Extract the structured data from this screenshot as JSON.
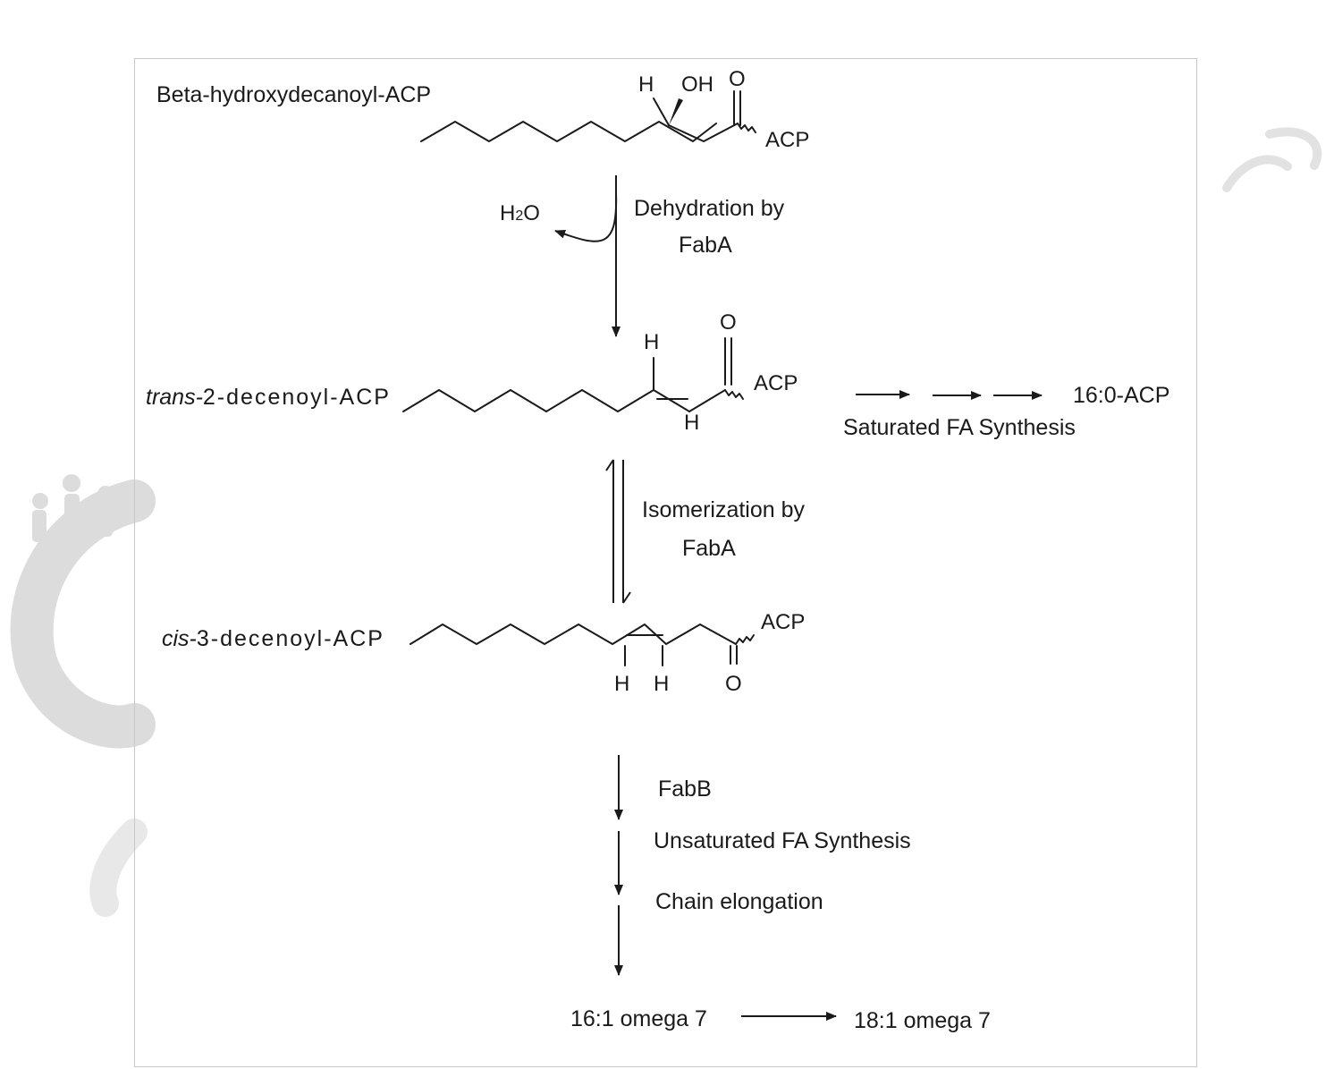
{
  "watermark": {
    "color": "#dcdcdc"
  },
  "compounds": {
    "beta_hydroxy": {
      "label": "Beta-hydroxydecanoyl-ACP",
      "h": "H",
      "oh": "OH",
      "o": "O",
      "acp": "ACP"
    },
    "trans_2": {
      "prefix": "trans-",
      "label": "2-decenoyl-ACP",
      "h_top": "H",
      "h_bottom": "H",
      "o": "O",
      "acp": "ACP"
    },
    "cis_3": {
      "prefix": "cis-",
      "label": "3-decenoyl-ACP",
      "h1": "H",
      "h2": "H",
      "o": "O",
      "acp": "ACP"
    }
  },
  "steps": {
    "dehydration": {
      "byproduct_h": "H",
      "byproduct_sub": "2",
      "byproduct_o": "O",
      "line1": "Dehydration by",
      "line2": "FabA"
    },
    "isomerization": {
      "line1": "Isomerization by",
      "line2": "FabA"
    },
    "saturated": {
      "product": "16:0-ACP",
      "label": "Saturated FA Synthesis"
    },
    "unsaturated": {
      "fabb": "FabB",
      "synthesis": "Unsaturated FA Synthesis",
      "elongation": "Chain elongation",
      "product_a": "16:1 omega 7",
      "product_b": "18:1 omega 7"
    }
  }
}
